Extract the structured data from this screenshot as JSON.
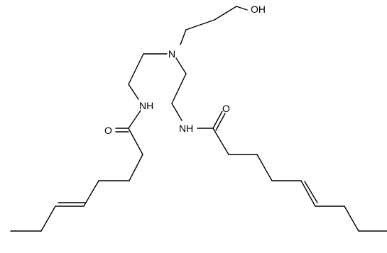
{
  "molecule": {
    "atom_labels": {
      "hydroxyl": "OH",
      "tertiary_amine": "N",
      "amide_nh_left": "NH",
      "amide_nh_right": "NH",
      "carbonyl_o_left": "O",
      "carbonyl_o_right": "O"
    },
    "colors": {
      "bond": "#000000",
      "background": "#ffffff"
    }
  }
}
